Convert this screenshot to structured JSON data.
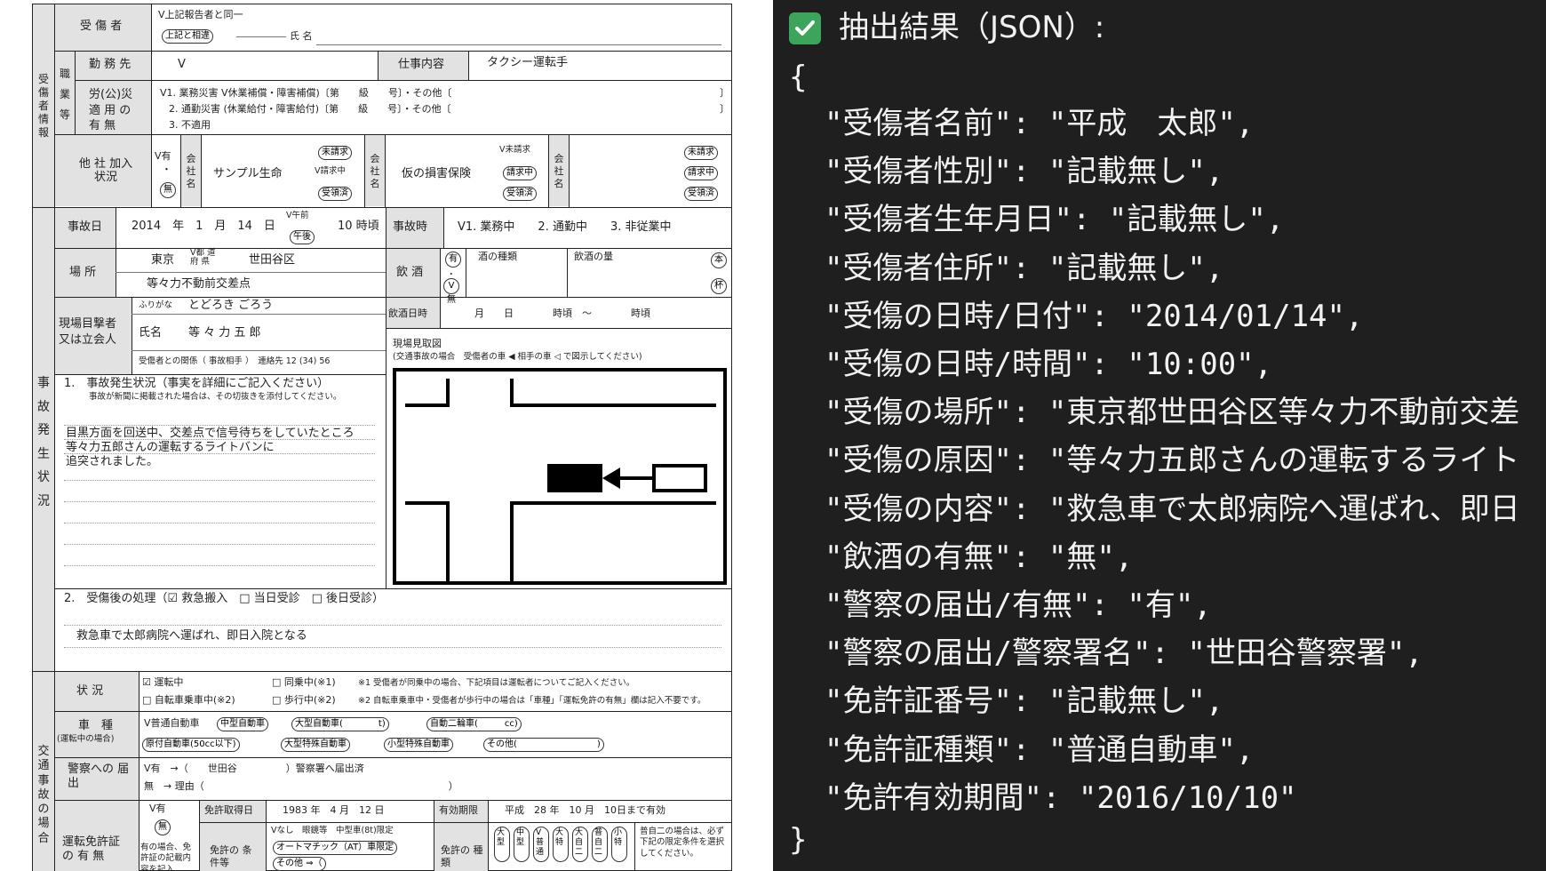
{
  "form": {
    "section_injured": "受傷者情報",
    "injured_label": "受 傷 者",
    "injured_same": "V上記報告者と同一",
    "injured_diff": "上記と相違",
    "injured_name_label": "氏 名",
    "job_label": "職業等",
    "employer_label": "勤 務 先",
    "employer_value": "V",
    "job_content_label": "仕事内容",
    "job_content_value": "タクシー運転手",
    "insurance_label": "労(公)災 適 用 の 有 無",
    "insurance_opt1": "V1. 業務災害 V休業補償・障害補償)〔第　　級　　号〕・その他〔",
    "insurance_opt2": "2. 通勤災害 (休業給付・障害給付)〔第　　級　　号〕・その他〔",
    "insurance_opt3": "3. 不適用",
    "other_co_label": "他 社 加入状況",
    "other_co_yes": "V有",
    "other_co_no": "無",
    "company_label": "会社名",
    "company1": "サンプル生命",
    "company2": "仮の損害保険",
    "claim_unclaimed": "未請求",
    "claim_pending": "V請求中",
    "claim_received": "受領済",
    "claim_unclaimed2": "V未請求",
    "claim_pending2": "請求中",
    "claim_received2": "受領済",
    "claim_unclaimed3": "未請求",
    "claim_pending3": "請求中",
    "claim_received3": "受領済",
    "section_accident": "事故発生状況",
    "accident_date_label": "事故日",
    "accident_date_value": "2014　年　1　月　14　日",
    "am": "V午前",
    "pm": "午後",
    "accident_time_value": "10 時頃",
    "accident_when_label": "事故時",
    "accident_when_value": "V1. 業務中　　2. 通勤中　　3. 非従業中",
    "place_label": "場 所",
    "place_pref": "東京",
    "place_pref_unit": "V都 道 府 県",
    "place_city": "世田谷区",
    "place_detail": "等々力不動前交差点",
    "drink_label": "飲 酒",
    "drink_yes": "有",
    "drink_no": "V無",
    "drink_type_label": "酒の種類",
    "drink_amount_label": "飲酒の量",
    "drink_unit1": "本",
    "drink_unit2": "杯",
    "witness_label": "現場目撃者 又は立会人",
    "witness_kana_label": "ふりがな",
    "witness_kana": "とどろき ごろう",
    "witness_name_label": "氏名",
    "witness_name": "等 々 力 五 郎",
    "witness_relation": "受傷者との関係（ 事故相手 ）　連絡先 12 (34) 56",
    "drink_time_label": "飲酒日時",
    "drink_time_value": "月　　日　　　　時頃　～　　　　時頃",
    "sketch_label": "現場見取図",
    "sketch_note": "(交通事故の場合　受傷者の車 ◀ 相手の車 ◁ で図示してください)",
    "situation_title": "1.　事故発生状況（事実を詳細にご記入ください）",
    "situation_sub": "事故が新聞に掲載された場合は、その切抜きを添付してください。",
    "situation_line1": "目黒方面を回送中、交差点で信号待ちをしていたところ",
    "situation_line2": "等々力五郎さんの運転するライトバンに",
    "situation_line3": "追突されました。",
    "after_title": "2.　受傷後の処理（☑ 救急搬入　□ 当日受診　□ 後日受診）",
    "after_value": "救急車で太郎病院へ運ばれ、即日入院となる",
    "section_traffic": "交通事故の場合",
    "status_label": "状 況",
    "status_opt1": "☑ 運転中",
    "status_opt2": "□ 同乗中(※1)",
    "status_note1": "※1 受傷者が同乗中の場合、下記項目は運転者についてご記入ください。",
    "status_opt3": "□ 自転車乗車中(※2)",
    "status_opt4": "□ 歩行中(※2)",
    "status_note2": "※2 自転車乗車中・受傷者が歩行中の場合は「車種」「運転免許の有無」欄は記入不要です。",
    "vehicle_label": "車　種",
    "vehicle_sub": "(運転中の場合)",
    "vehicle_opts": [
      "V普通自動車",
      "中型自動車",
      "大型自動車(　　　　t)",
      "自動二輪車(　　　cc)",
      "原付自動車(50cc以下)",
      "大型特殊自動車",
      "小型特殊自動車",
      "その他(　　　　　　　　　)"
    ],
    "police_label": "警察への 届　出",
    "police_yes": "V有　→（　　世田谷　　　　　）警察署へ届出済",
    "police_no": "無　→ 理由（　　　　　　　　　　　　　　　　　　　　　　　　　）",
    "license_label": "運転免許証 の 有 無",
    "license_yes": "V有",
    "license_no": "無",
    "license_note": "有の場合、免許証の記載内容を記入",
    "license_date_label": "免許取得日",
    "license_date_value": "1983 年　4 月　12 日",
    "license_valid_label": "有効期限",
    "license_valid_value": "平成　28 年　10 月　10日まで有効",
    "license_cond_label": "免許の 条件等",
    "license_cond1": "Vなし　眼鏡等　中型車(8t)限定",
    "license_cond2": "オートマチック（AT）車限定",
    "license_cond3": "その他 ⇒（",
    "license_kind_label": "免許の 種 類",
    "license_kinds": [
      "大型",
      "中型",
      "V普通",
      "大特",
      "大自二",
      "普自二",
      "小特"
    ],
    "license_kind_note": "普自二の場合は、必ず下記の限定条件を選択してください。"
  },
  "json_panel": {
    "header": "抽出結果（JSON）:",
    "open_brace": "{",
    "close_brace": "}",
    "entries": [
      {
        "key": "\"受傷者名前\": ",
        "value": "\"平成　太郎\","
      },
      {
        "key": "\"受傷者性別\": ",
        "value": "\"記載無し\","
      },
      {
        "key": "\"受傷者生年月日\": ",
        "value": "\"記載無し\","
      },
      {
        "key": "\"受傷者住所\": ",
        "value": "\"記載無し\","
      },
      {
        "key": "\"受傷の日時/日付\": ",
        "value": "\"2014/01/14\","
      },
      {
        "key": "\"受傷の日時/時間\": ",
        "value": "\"10:00\","
      },
      {
        "key": "\"受傷の場所\": ",
        "value": "\"東京都世田谷区等々力不動前交差"
      },
      {
        "key": "\"受傷の原因\": ",
        "value": "\"等々力五郎さんの運転するライト"
      },
      {
        "key": "\"受傷の内容\": ",
        "value": "\"救急車で太郎病院へ運ばれ、即日"
      },
      {
        "key": "\"飲酒の有無\": ",
        "value": "\"無\","
      },
      {
        "key": "\"警察の届出/有無\": ",
        "value": "\"有\","
      },
      {
        "key": "\"警察の届出/警察署名\": ",
        "value": "\"世田谷警察署\","
      },
      {
        "key": "\"免許証番号\": ",
        "value": "\"記載無し\","
      },
      {
        "key": "\"免許証種類\": ",
        "value": "\"普通自動車\","
      },
      {
        "key": "\"免許有効期間\": ",
        "value": "\"2016/10/10\""
      }
    ]
  }
}
